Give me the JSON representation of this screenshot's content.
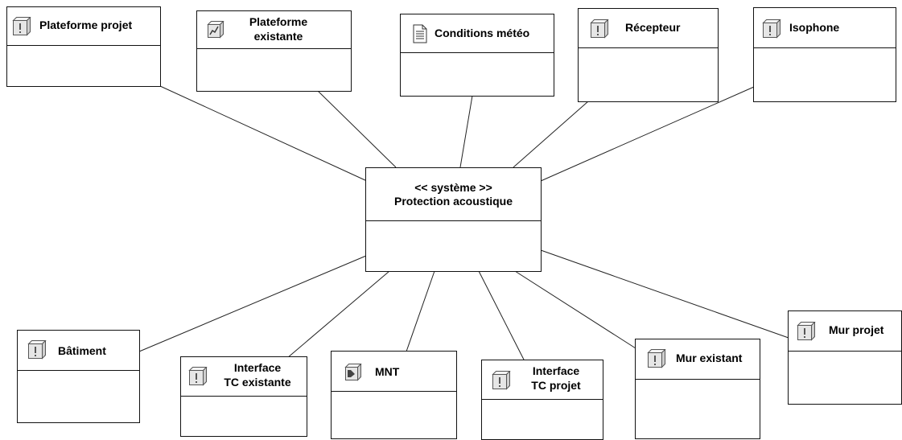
{
  "center": {
    "stereotype": "<< système >>",
    "name": "Protection acoustique"
  },
  "nodes": {
    "plateforme_projet": {
      "label": "Plateforme projet",
      "icon": "entity-box-icon"
    },
    "plateforme_existante": {
      "line1": "Plateforme",
      "line2": "existante",
      "icon": "chart-icon"
    },
    "conditions_meteo": {
      "label": "Conditions météo",
      "icon": "document-icon"
    },
    "recepteur": {
      "label": "Récepteur",
      "icon": "entity-box-icon"
    },
    "isophone": {
      "label": "Isophone",
      "icon": "entity-box-icon"
    },
    "batiment": {
      "label": "Bâtiment",
      "icon": "entity-box-icon"
    },
    "interface_tc_existante": {
      "line1": "Interface",
      "line2": "TC existante",
      "icon": "entity-box-icon"
    },
    "mnt": {
      "label": "MNT",
      "icon": "terrain-icon"
    },
    "interface_tc_projet": {
      "line1": "Interface",
      "line2": "TC projet",
      "icon": "entity-box-icon"
    },
    "mur_existant": {
      "label": "Mur existant",
      "icon": "entity-box-icon"
    },
    "mur_projet": {
      "label": "Mur projet",
      "icon": "entity-box-icon"
    }
  },
  "colors": {
    "stroke": "#111111",
    "icon_fill": "#e6e6e6"
  }
}
